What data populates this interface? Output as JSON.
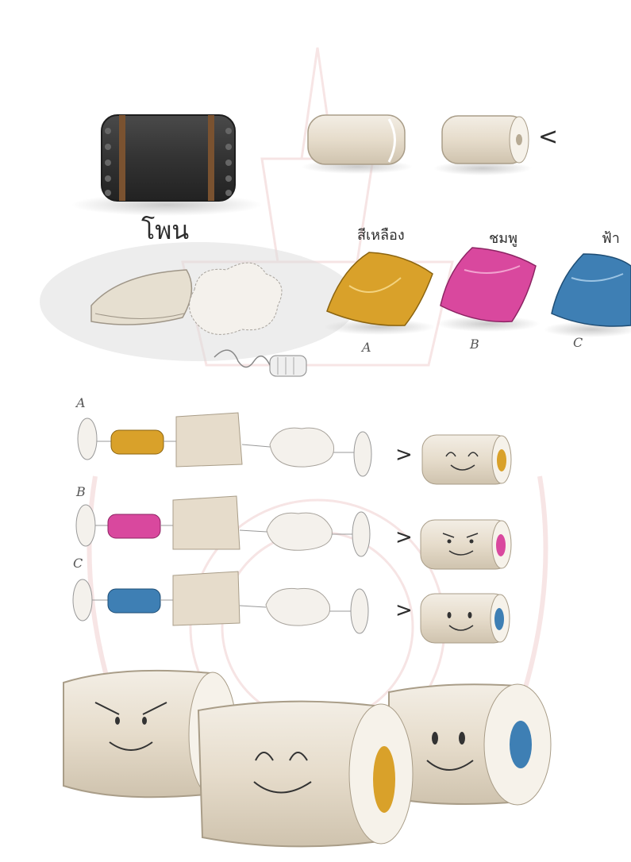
{
  "labels": {
    "drum": "โพน",
    "yellow": "สีเหลือง",
    "pink": "ชมพู",
    "blue": "ฟ้า",
    "arrow_top": "<",
    "arrow_a": ">",
    "arrow_b": ">",
    "arrow_c": ">"
  },
  "letters": {
    "under_yellow": "A",
    "under_pink": "B",
    "under_blue": "C",
    "row_a": "A",
    "row_b": "B",
    "row_c": "C"
  },
  "colors": {
    "drum_body": "#3a3a3a",
    "drum_strap": "#7a5230",
    "cream": "#e9e1d3",
    "yellow": "#d9a12a",
    "pink": "#d9489e",
    "blue": "#3e7fb4",
    "watermark": "#e7b4b4"
  }
}
